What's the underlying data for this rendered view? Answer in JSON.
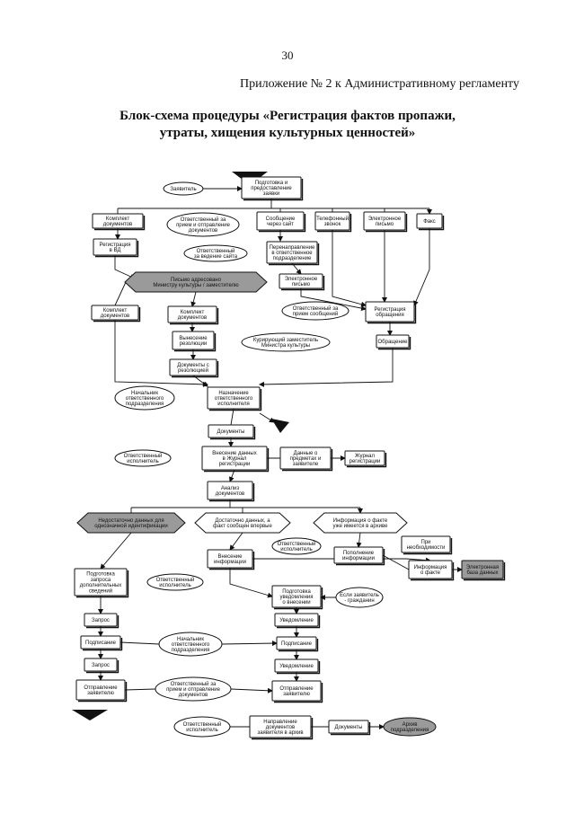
{
  "page": {
    "number": "30",
    "appendix": "Приложение № 2 к Административному регламенту",
    "title_line1": "Блок-схема процедуры «Регистрация фактов пропажи,",
    "title_line2": "утраты, хищения культурных ценностей»"
  },
  "flowchart": {
    "n01": [
      "Заявитель"
    ],
    "n02": [
      "Подготовка и",
      "предоставление",
      "заявки"
    ],
    "n03": [
      "Комплект",
      "документов"
    ],
    "n04": [
      "Ответственный за",
      "прием и отправление",
      "документов"
    ],
    "n05": [
      "Сообщение",
      "через сайт"
    ],
    "n06": [
      "Телефонный",
      "звонок"
    ],
    "n07": [
      "Электронное",
      "письмо"
    ],
    "n08": [
      "Факс"
    ],
    "n09": [
      "Регистрация",
      "в ВД"
    ],
    "n10": [
      "Ответственный",
      "за ведение сайта"
    ],
    "n11": [
      "Перенаправление",
      "в ответственное",
      "подразделение"
    ],
    "n12": [
      "Письмо адресовано",
      "Министру культуры / заместителю"
    ],
    "n13": [
      "Электронное",
      "письмо"
    ],
    "n14": [
      "Комплект",
      "документов"
    ],
    "n15": [
      "Комплект",
      "документов"
    ],
    "n16": [
      "Ответственный за",
      "прием сообщений"
    ],
    "n17": [
      "Регистрация",
      "обращения"
    ],
    "n18": [
      "Вынесение",
      "резолюции"
    ],
    "n19": [
      "Курирующий заместитель",
      "Министра культуры"
    ],
    "n20": [
      "Обращение"
    ],
    "n21": [
      "Документы с",
      "резолюцией"
    ],
    "n22": [
      "Начальник",
      "ответственного",
      "подразделения"
    ],
    "n23": [
      "Назначение",
      "ответственного",
      "исполнителя"
    ],
    "n24": [
      "Документы"
    ],
    "n25": [
      "Ответственный",
      "исполнитель"
    ],
    "n26": [
      "Внесение данных",
      "в Журнал",
      "регистрации"
    ],
    "n27": [
      "Данные о",
      "предметах и",
      "заявителе"
    ],
    "n28": [
      "Журнал",
      "регистрации"
    ],
    "n29": [
      "Анализ",
      "документов"
    ],
    "n30": [
      "Недостаточно данных для",
      "однозначной идентификации"
    ],
    "n31": [
      "Достаточно данных, а",
      "факт сообщен впервые"
    ],
    "n32": [
      "Информация о факте",
      "уже имеется в архиве"
    ],
    "n33": [
      "Ответственный",
      "исполнитель"
    ],
    "n34": [
      "При",
      "необходимости"
    ],
    "n35": [
      "Внесение",
      "информации"
    ],
    "n36": [
      "Пополнение",
      "информации"
    ],
    "n37": [
      "Информация",
      "о факте"
    ],
    "n38": [
      "Электронная",
      "база данных"
    ],
    "n39": [
      "Подготовка",
      "запроса",
      "дополнительных",
      "сведений"
    ],
    "n40": [
      "Ответственный",
      "исполнитель"
    ],
    "n41": [
      "Подготовка",
      "уведомления",
      "о внесении"
    ],
    "n42": [
      "Если заявитель",
      "- гражданин"
    ],
    "n43": [
      "Запрос"
    ],
    "n44": [
      "Уведомление"
    ],
    "n45": [
      "Начальник",
      "ответственного",
      "подразделения"
    ],
    "n46": [
      "Подписание"
    ],
    "n47": [
      "Подписание"
    ],
    "n48": [
      "Запрос"
    ],
    "n49": [
      "Уведомление"
    ],
    "n50": [
      "Отправление",
      "заявителю"
    ],
    "n51": [
      "Ответственный за",
      "прием и отправление",
      "документов"
    ],
    "n52": [
      "Отправление",
      "заявителю"
    ],
    "n53": [
      "Ответственный",
      "исполнитель"
    ],
    "n54": [
      "Направление",
      "документов",
      "заявителя в архив"
    ],
    "n55": [
      "Документы"
    ],
    "n56": [
      "Архив",
      "подразделения"
    ]
  }
}
